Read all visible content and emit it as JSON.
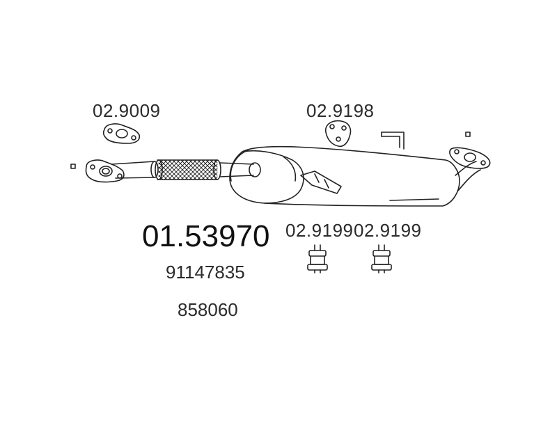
{
  "diagram": {
    "main_part_number": "01.53970",
    "oem_references": [
      "91147835",
      "858060"
    ],
    "components": [
      {
        "id": "gasket-front",
        "part_number": "02.9009",
        "kind": "gasket"
      },
      {
        "id": "gasket-rear",
        "part_number": "02.9198",
        "kind": "gasket"
      },
      {
        "id": "mount-1",
        "part_number": "02.9199",
        "kind": "rubber-mount"
      },
      {
        "id": "mount-2",
        "part_number": "02.9199",
        "kind": "rubber-mount"
      }
    ],
    "colors": {
      "line": "#222222",
      "text": "#2b2b2b",
      "background": "#ffffff"
    }
  }
}
